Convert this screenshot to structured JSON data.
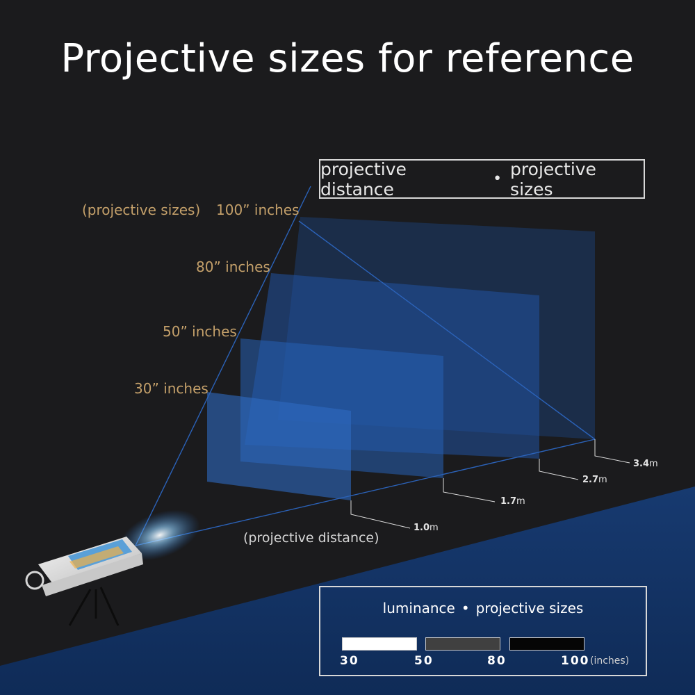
{
  "title": "Projective sizes for reference",
  "header": {
    "left": "projective distance",
    "separator": "•",
    "right": "projective sizes"
  },
  "axis_label_sizes": "(projective sizes)",
  "axis_label_distance": "(projective distance)",
  "screens": [
    {
      "size_label": "100” inches",
      "distance_value": "3.4",
      "distance_unit": "m"
    },
    {
      "size_label": "80” inches",
      "distance_value": "2.7",
      "distance_unit": "m"
    },
    {
      "size_label": "50” inches",
      "distance_value": "1.7",
      "distance_unit": "m"
    },
    {
      "size_label": "30” inches",
      "distance_value": "1.0",
      "distance_unit": "m"
    }
  ],
  "legend": {
    "title_left": "luminance",
    "separator": "•",
    "title_right": "projective sizes",
    "ticks": [
      "30",
      "50",
      "80",
      "100"
    ],
    "unit": "(inches)",
    "swatch_colors": [
      "#ffffff",
      "#404040",
      "#050505"
    ]
  },
  "colors": {
    "background": "#1b1b1d",
    "floor": "#13305e",
    "screen_blue": "#2a62b0",
    "gold_text": "#c4a06a"
  }
}
